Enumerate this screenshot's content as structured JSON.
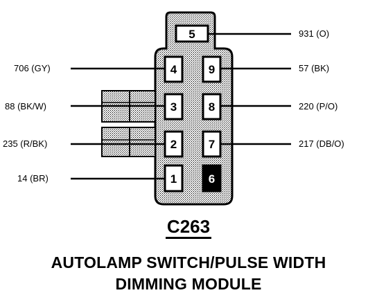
{
  "connector": {
    "id": "C263",
    "title_line1": "AUTOLAMP SWITCH/PULSE WIDTH",
    "title_line2": "DIMMING MODULE"
  },
  "pins": [
    {
      "number": "5",
      "circuit": "931 (O)",
      "side": "right",
      "filled": false
    },
    {
      "number": "4",
      "circuit": "706 (GY)",
      "side": "left",
      "filled": false
    },
    {
      "number": "9",
      "circuit": "57 (BK)",
      "side": "right",
      "filled": false
    },
    {
      "number": "3",
      "circuit": "88 (BK/W)",
      "side": "left",
      "filled": false
    },
    {
      "number": "8",
      "circuit": "220 (P/O)",
      "side": "right",
      "filled": false
    },
    {
      "number": "2",
      "circuit": "235 (R/BK)",
      "side": "left",
      "filled": false
    },
    {
      "number": "7",
      "circuit": "217 (DB/O)",
      "side": "right",
      "filled": false
    },
    {
      "number": "1",
      "circuit": "14 (BR)",
      "side": "left",
      "filled": false
    },
    {
      "number": "6",
      "circuit": "",
      "side": "none",
      "filled": true
    }
  ],
  "colors": {
    "ink": "#000000",
    "shade": "#cfcfcf",
    "paper": "#ffffff"
  }
}
